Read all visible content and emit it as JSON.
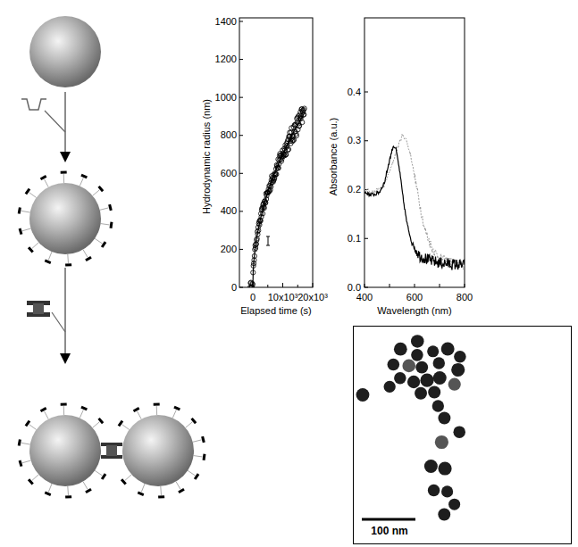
{
  "diagram": {
    "nodes": [
      {
        "text": [
          "100 nm"
        ]
      }
    ],
    "labels": [
      "1400",
      "1200",
      "1000",
      "800",
      "600",
      "400",
      "200",
      "0",
      "0",
      "10x10³",
      "20x10³",
      "Hydrodynamic radius (nm)",
      "Elapsed time (s)",
      "0.4",
      "0.3",
      "0.2",
      "0.1",
      "0.0",
      "400",
      "600",
      "800",
      "Absorbance (a.u.)",
      "Wavelength (nm)"
    ]
  }
}
